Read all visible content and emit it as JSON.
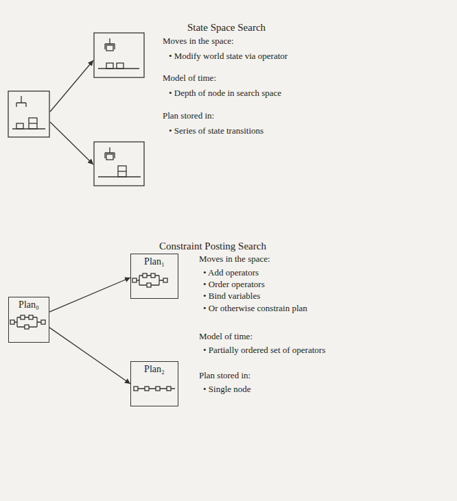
{
  "diagram": {
    "nodes": [
      {
        "text": [
          "Plan₀"
        ]
      },
      {
        "text": [
          "Plan₁"
        ]
      },
      {
        "text": [
          "Plan₂"
        ]
      }
    ],
    "edges": [
      {
        "from": 0,
        "to": 1,
        "arrow": "to"
      },
      {
        "from": 0,
        "to": 2,
        "arrow": "to"
      }
    ],
    "labels": [
      "State Space Search",
      "Moves in the space:",
      "• Modify world state via operator",
      "Model of time:",
      "• Depth of node in search space",
      "Plan stored in:",
      "• Series of state transitions",
      "Constraint Posting Search",
      "Moves in the space:",
      "• Add operators",
      "• Order operators",
      "• Bind variables",
      "• Or otherwise constrain plan",
      "Model of time:",
      "• Partially ordered set of operators",
      "Plan stored in:",
      "• Single node"
    ]
  }
}
